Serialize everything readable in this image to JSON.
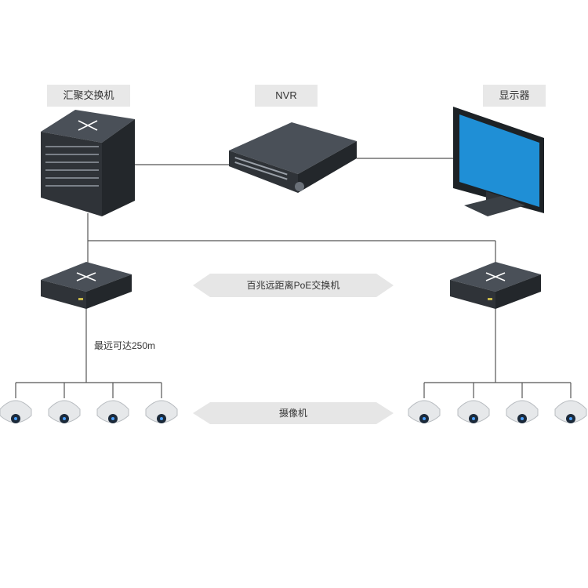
{
  "labels": {
    "aggregation_switch": "汇聚交换机",
    "nvr": "NVR",
    "monitor": "显示器",
    "poe_switch": "百兆远距离PoE交换机",
    "max_distance": "最远可达250m",
    "camera": "摄像机"
  },
  "colors": {
    "line": "#555555",
    "device_dark": "#2f3338",
    "device_top": "#4a5058",
    "screen_blue": "#1f8fd6",
    "label_bg": "#e8e8e8",
    "arrow_bg": "#e6e6e6"
  }
}
